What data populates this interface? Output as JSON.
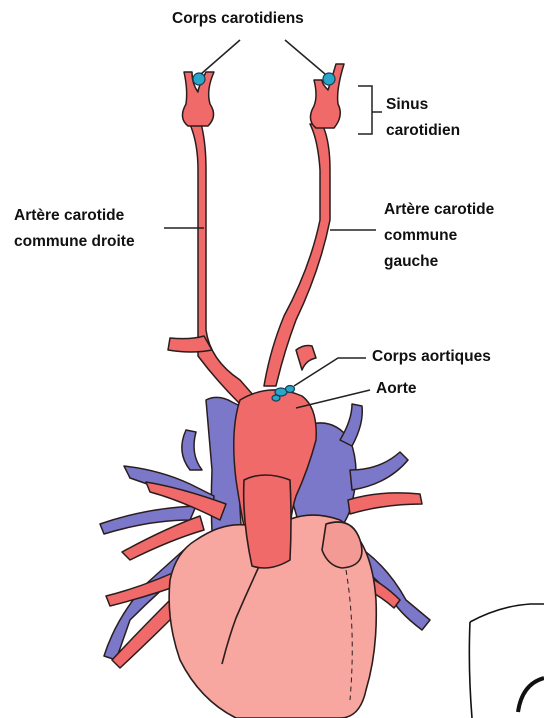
{
  "labels": {
    "corps_carotidiens": "Corps carotidiens",
    "sinus_carotidien_line1": "Sinus",
    "sinus_carotidien_line2": "carotidien",
    "carotide_droite_line1": "Artère carotide",
    "carotide_droite_line2": "commune droite",
    "carotide_gauche_line1": "Artère carotide",
    "carotide_gauche_line2": "commune",
    "carotide_gauche_line3": "gauche",
    "corps_aortiques": "Corps aortiques",
    "aorte": "Aorte"
  },
  "colors": {
    "artery": "#f06a6a",
    "artery_dark": "#d94848",
    "vein": "#7b78c9",
    "vein_dark": "#5f5cb0",
    "heart": "#f7a6a0",
    "heart_dark": "#e58a84",
    "receptor": "#2aa6c9",
    "outline": "#2b1d1d"
  }
}
